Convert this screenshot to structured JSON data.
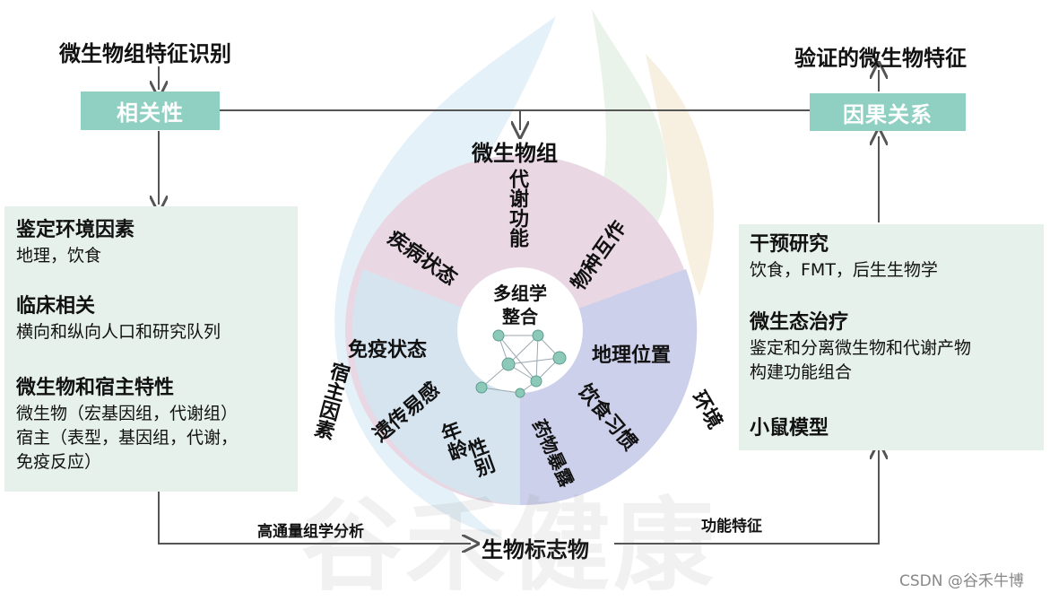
{
  "top_left": {
    "title": "微生物组特征识别",
    "box": "相关性"
  },
  "top_right": {
    "title": "验证的微生物特征",
    "box": "因果关系"
  },
  "center_top": "微生物组",
  "left_panel": {
    "sections": [
      {
        "heading": "鉴定环境因素",
        "lines": [
          "地理，饮食"
        ]
      },
      {
        "heading": "临床相关",
        "lines": [
          "横向和纵向人口和研究队列"
        ]
      },
      {
        "heading": "微生物和宿主特性",
        "lines": [
          "微生物（宏基因组，代谢组）",
          "宿主（表型，基因组，代谢，",
          "免疫反应）"
        ]
      }
    ]
  },
  "right_panel": {
    "sections": [
      {
        "heading": "干预研究",
        "lines": [
          "饮食，FMT，后生生物学"
        ]
      },
      {
        "heading": "微生态治疗",
        "lines": [
          "鉴定和分离微生物和代谢产物",
          "构建功能组合"
        ]
      },
      {
        "heading": "小鼠模型",
        "lines": []
      }
    ]
  },
  "wheel": {
    "center": "多组学\n整合",
    "center_line1": "多组学",
    "center_line2": "整合",
    "segments": {
      "metabolic": "代谢功能",
      "disease": "疾病状态",
      "species": "物种互作",
      "immune": "免疫状态",
      "geo": "地理位置",
      "genetic": "遗传易感",
      "diet": "饮食习惯",
      "age_sex_1": "年龄",
      "age_sex_2": "性别",
      "drug": "药物暴露"
    },
    "host_label": "宿主因素",
    "env_label": "环境"
  },
  "bottom": {
    "left_arrow_label": "高通量组学分析",
    "right_arrow_label": "功能特征",
    "center": "生物标志物"
  },
  "watermark": "谷禾健康",
  "credit": "CSDN @谷禾牛博",
  "colors": {
    "teal": "#8fd0c3",
    "panel_bg": "#e6f1ec",
    "pink": "#ead0dc",
    "blue": "#cfe0ef",
    "lavender": "#c9cae8",
    "network_node": "#8dc9b8"
  }
}
